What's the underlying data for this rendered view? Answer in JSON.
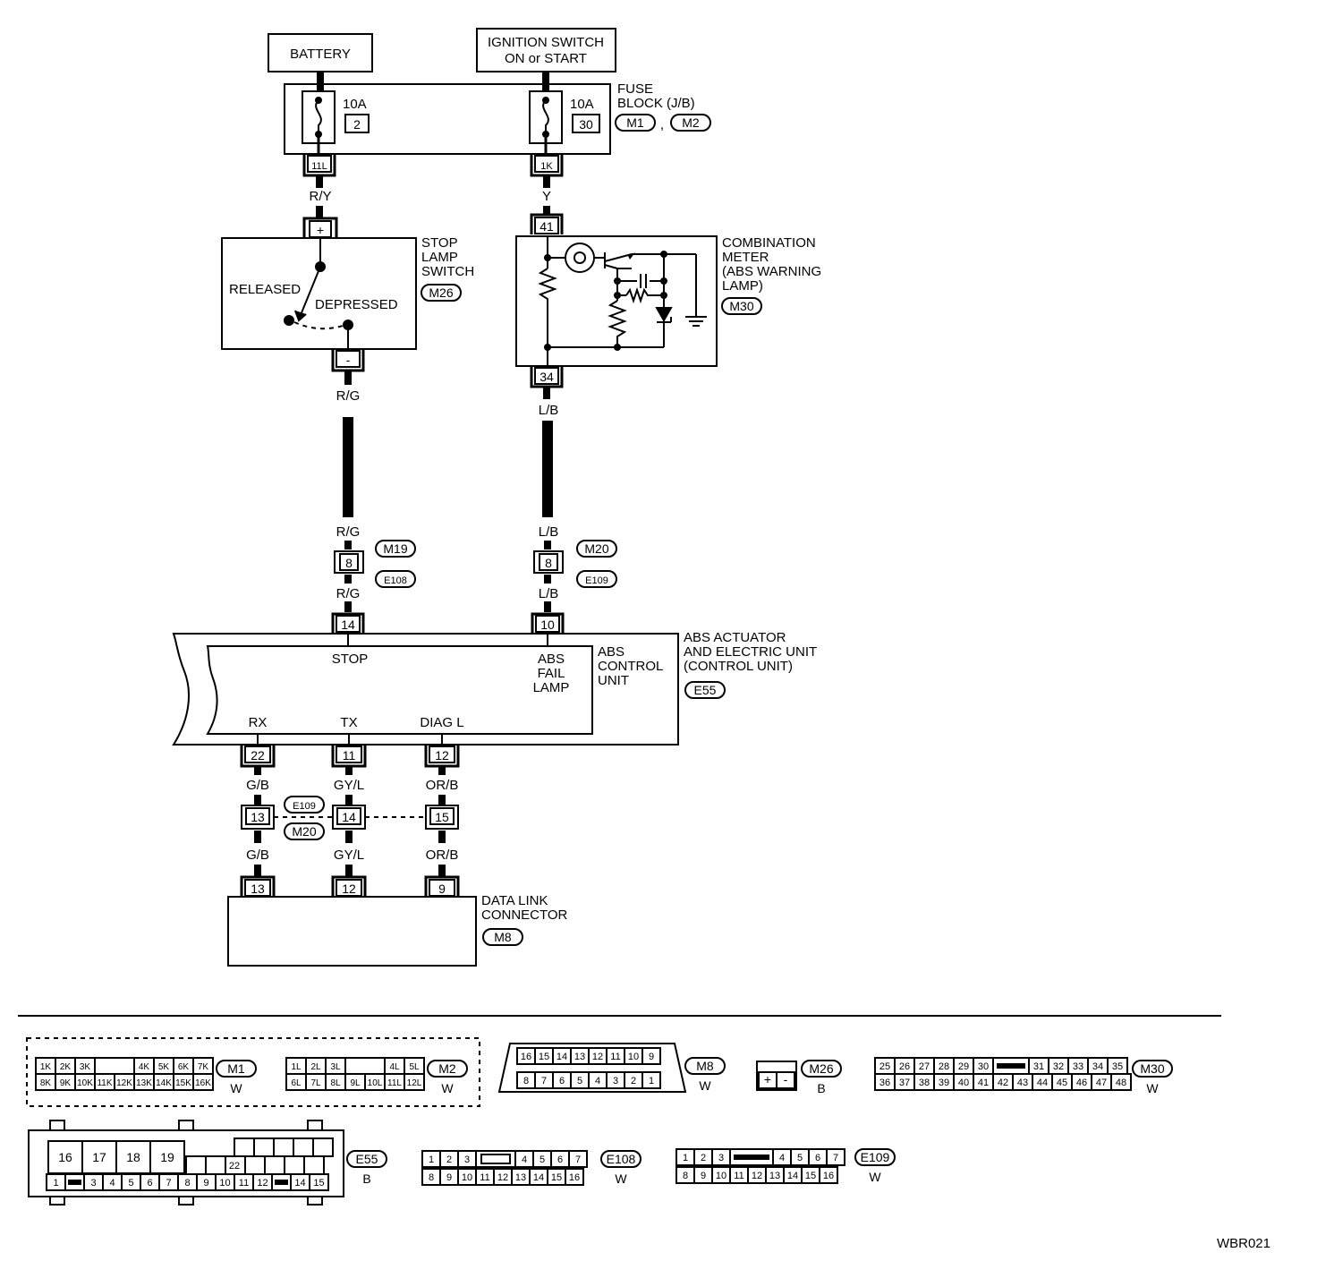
{
  "top_sources": {
    "battery": "BATTERY",
    "ignition_line1": "IGNITION SWITCH",
    "ignition_line2": "ON or START"
  },
  "fuse_block": {
    "line1": "FUSE",
    "line2": "BLOCK (J/B)",
    "conn1": "M1",
    "conn2": "M2",
    "separator": ",",
    "fuse_left_rating": "10A",
    "fuse_left_number": "2",
    "fuse_right_rating": "10A",
    "fuse_right_number": "30",
    "term_left": "11L",
    "term_right": "1K"
  },
  "wires": {
    "ry": "R/Y",
    "y": "Y",
    "rg": "R/G",
    "lb": "L/B",
    "gb": "G/B",
    "gyl": "GY/L",
    "orb": "OR/B"
  },
  "stop_lamp_switch": {
    "line1": "STOP",
    "line2": "LAMP",
    "line3": "SWITCH",
    "conn": "M26",
    "released": "RELEASED",
    "depressed": "DEPRESSED",
    "pin_plus": "+",
    "pin_minus": "-"
  },
  "combination_meter": {
    "line1": "COMBINATION",
    "line2": "METER",
    "line3": "(ABS WARNING",
    "line4": "LAMP)",
    "conn": "M30",
    "pin_top": "41",
    "pin_bottom": "34"
  },
  "joint_upper": {
    "left_conn_top": "M19",
    "left_conn_bottom": "E108",
    "left_pin": "8",
    "right_conn_top": "M20",
    "right_conn_bottom": "E109",
    "right_pin": "8"
  },
  "abs_unit": {
    "line1": "ABS ACTUATOR",
    "line2": "AND ELECTRIC UNIT",
    "line3": "(CONTROL UNIT)",
    "conn": "E55",
    "inner_line1": "ABS",
    "inner_line2": "CONTROL",
    "inner_line3": "UNIT",
    "stop": "STOP",
    "fail1": "ABS",
    "fail2": "FAIL",
    "fail3": "LAMP",
    "rx": "RX",
    "tx": "TX",
    "diag": "DIAG L",
    "pin_stop": "14",
    "pin_fail": "10",
    "pin_rx": "22",
    "pin_tx": "11",
    "pin_diag": "12"
  },
  "joint_lower": {
    "conn_top": "E109",
    "conn_bottom": "M20",
    "pin_a": "13",
    "pin_b": "14",
    "pin_c": "15"
  },
  "data_link": {
    "line1": "DATA LINK",
    "line2": "CONNECTOR",
    "conn": "M8",
    "pin_a": "13",
    "pin_b": "12",
    "pin_c": "9"
  },
  "connector_views": {
    "m1": {
      "name": "M1",
      "color": "W",
      "row1": [
        "1K",
        "2K",
        "3K",
        "",
        "4K",
        "5K",
        "6K",
        "7K"
      ],
      "row2": [
        "8K",
        "9K",
        "10K",
        "11K",
        "12K",
        "13K",
        "14K",
        "15K",
        "16K"
      ]
    },
    "m2": {
      "name": "M2",
      "color": "W",
      "row1": [
        "1L",
        "2L",
        "3L",
        "",
        "4L",
        "5L"
      ],
      "row2": [
        "6L",
        "7L",
        "8L",
        "9L",
        "10L",
        "11L",
        "12L"
      ]
    },
    "m8": {
      "name": "M8",
      "color": "W",
      "row1": [
        "16",
        "15",
        "14",
        "13",
        "12",
        "11",
        "10",
        "9"
      ],
      "row2": [
        "8",
        "7",
        "6",
        "5",
        "4",
        "3",
        "2",
        "1"
      ]
    },
    "m26": {
      "name": "M26",
      "color": "B",
      "row1": [
        "+",
        "-"
      ]
    },
    "m30": {
      "name": "M30",
      "color": "W",
      "row1": [
        "25",
        "26",
        "27",
        "28",
        "29",
        "30",
        "",
        "31",
        "32",
        "33",
        "34",
        "35"
      ],
      "row2": [
        "36",
        "37",
        "38",
        "39",
        "40",
        "41",
        "42",
        "43",
        "44",
        "45",
        "46",
        "47",
        "48"
      ]
    },
    "e55": {
      "name": "E55",
      "color": "B",
      "big": [
        "16",
        "17",
        "18",
        "19"
      ],
      "mid": "22",
      "row_bottom": [
        "1",
        "",
        "3",
        "4",
        "5",
        "6",
        "7",
        "8",
        "9",
        "10",
        "11",
        "12",
        "",
        "14",
        "15"
      ]
    },
    "e108": {
      "name": "E108",
      "color": "W",
      "row1": [
        "1",
        "2",
        "3",
        "",
        "4",
        "5",
        "6",
        "7"
      ],
      "row2": [
        "8",
        "9",
        "10",
        "11",
        "12",
        "13",
        "14",
        "15",
        "16"
      ]
    },
    "e109": {
      "name": "E109",
      "color": "W",
      "row1": [
        "1",
        "2",
        "3",
        "",
        "4",
        "5",
        "6",
        "7"
      ],
      "row2": [
        "8",
        "9",
        "10",
        "11",
        "12",
        "13",
        "14",
        "15",
        "16"
      ]
    }
  },
  "figure_code": "WBR021"
}
